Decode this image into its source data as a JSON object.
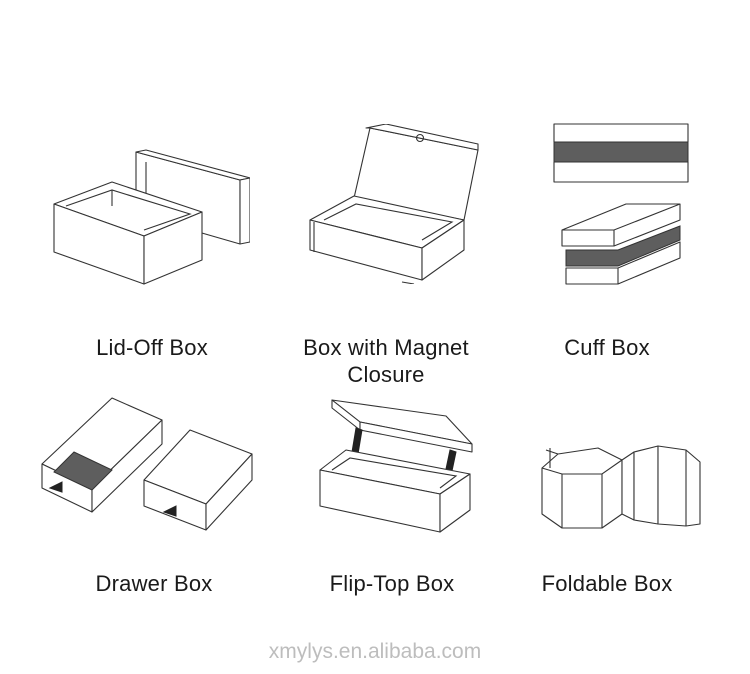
{
  "items": [
    {
      "label": "Lid-Off Box",
      "icon": "lid-off-box-icon"
    },
    {
      "label": "Box with Magnet\nClosure",
      "icon": "magnet-closure-box-icon"
    },
    {
      "label": "Cuff Box",
      "icon": "cuff-box-icon"
    },
    {
      "label": "Drawer Box",
      "icon": "drawer-box-icon"
    },
    {
      "label": "Flip-Top Box",
      "icon": "flip-top-box-icon"
    },
    {
      "label": "Foldable Box",
      "icon": "foldable-box-icon"
    }
  ],
  "watermark": "xmylys.en.alibaba.com",
  "colors": {
    "line": "#333333",
    "dark_panel": "#5e5e5e",
    "watermark": "#bdbdbd"
  }
}
